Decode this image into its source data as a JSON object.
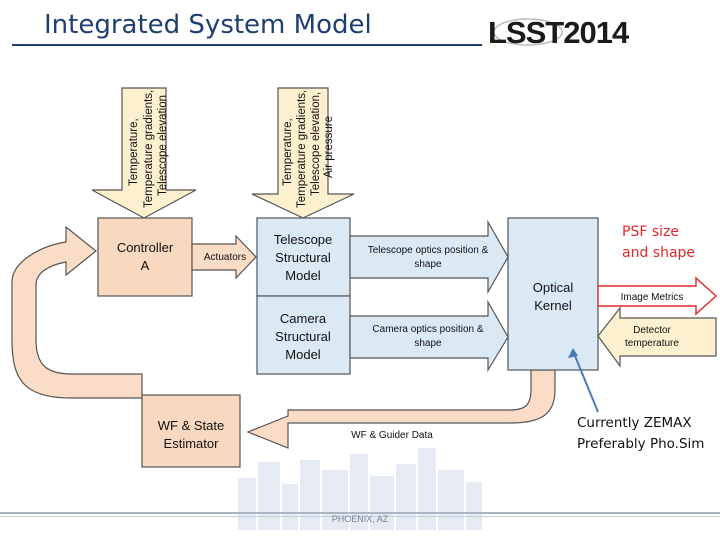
{
  "slide": {
    "title": "Integrated System Model",
    "logo_text": "LSST2014",
    "footer_text": "PHOENIX, AZ"
  },
  "inputs": {
    "left": [
      "Temperature,",
      "Temperature gradients,",
      "Telescope elevation"
    ],
    "right": [
      "Temperature,",
      "Temperature gradients,",
      "Telescope elevation,",
      "Air pressure"
    ]
  },
  "boxes": {
    "controller": [
      "Controller",
      "A"
    ],
    "telescope": [
      "Telescope",
      "Structural",
      "Model"
    ],
    "camera": [
      "Camera",
      "Structural",
      "Model"
    ],
    "optical": [
      "Optical",
      "Kernel"
    ],
    "wf": [
      "WF & State",
      "Estimator"
    ]
  },
  "arrows": {
    "actuators": "Actuators",
    "telescope_optics": [
      "Telescope optics position &",
      "shape"
    ],
    "camera_optics": [
      "Camera optics position &",
      "shape"
    ],
    "image_metrics": "Image Metrics",
    "detector": [
      "Detector",
      "temperature"
    ],
    "wf_guider": "WF & Guider Data"
  },
  "notes": {
    "psf_line1": "PSF size",
    "psf_line2": "and shape",
    "current_line1": "Currently ZEMAX",
    "current_line2": "Preferably Pho.Sim"
  },
  "colors": {
    "title": "#1f3f73",
    "box_blue": "#dbe9f5",
    "box_orange": "#f9d8c0",
    "arrow_fill": "#fbdcc6",
    "input_fill": "#fcf0cf",
    "note_red": "#e0282c",
    "pointer": "#4a7ab5"
  }
}
